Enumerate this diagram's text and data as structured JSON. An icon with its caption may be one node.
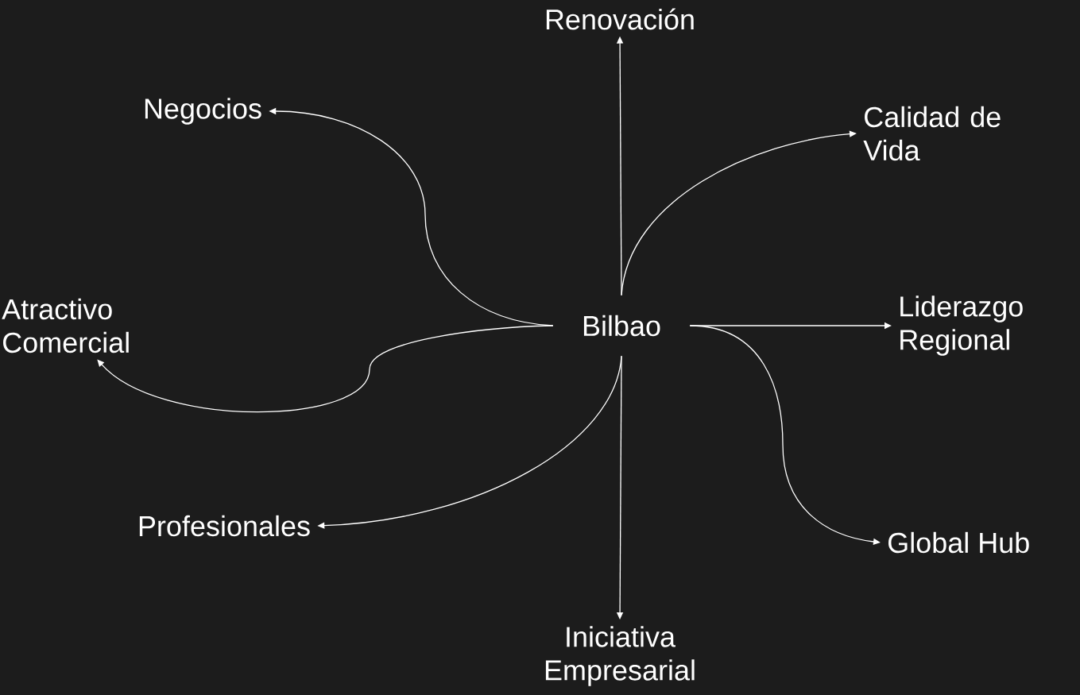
{
  "diagram": {
    "nodes": [
      {
        "text": [
          "Bilbao"
        ]
      },
      {
        "text": [
          "Renovación"
        ]
      },
      {
        "text": [
          "Calidad de Vida"
        ]
      },
      {
        "text": [
          "Liderazgo Regional"
        ]
      },
      {
        "text": [
          "Global Hub"
        ]
      },
      {
        "text": [
          "Iniciativa Empresarial"
        ]
      },
      {
        "text": [
          "Profesionales"
        ]
      },
      {
        "text": [
          "Atractivo Comercial"
        ]
      },
      {
        "text": [
          "Negocios"
        ]
      }
    ],
    "edges": [
      {
        "from": 0,
        "to": 1,
        "arrow": "to"
      },
      {
        "from": 0,
        "to": 2,
        "arrow": "to"
      },
      {
        "from": 0,
        "to": 3,
        "arrow": "to"
      },
      {
        "from": 0,
        "to": 4,
        "arrow": "to"
      },
      {
        "from": 0,
        "to": 5,
        "arrow": "to"
      },
      {
        "from": 0,
        "to": 6,
        "arrow": "to"
      },
      {
        "from": 0,
        "to": 7,
        "arrow": "to"
      },
      {
        "from": 0,
        "to": 8,
        "arrow": "to"
      }
    ]
  }
}
